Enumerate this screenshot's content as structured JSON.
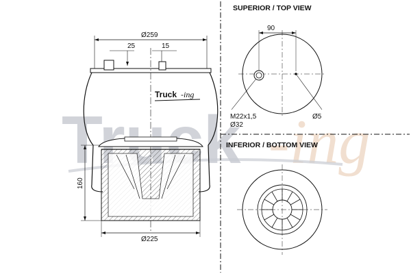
{
  "watermark": {
    "main": "Truck",
    "suffix": "-ing"
  },
  "logo": {
    "main": "Truck",
    "suffix": "-ing"
  },
  "side_view": {
    "dim_top_diameter": "Ø259",
    "dim_offset_left": "25",
    "dim_offset_right": "15",
    "dim_height": "160",
    "dim_bottom_diameter": "Ø225"
  },
  "top_view": {
    "title": "SUPERIOR / TOP VIEW",
    "dim_spacing": "90",
    "label_thread": "M22x1,5",
    "label_thread_diameter": "Ø32",
    "label_pin": "Ø5"
  },
  "bottom_view": {
    "title": "INFERIOR / BOTTOM VIEW"
  },
  "colors": {
    "line": "#111111",
    "watermark_grey": "#c9ccd3",
    "watermark_tan": "#f0dccb"
  }
}
